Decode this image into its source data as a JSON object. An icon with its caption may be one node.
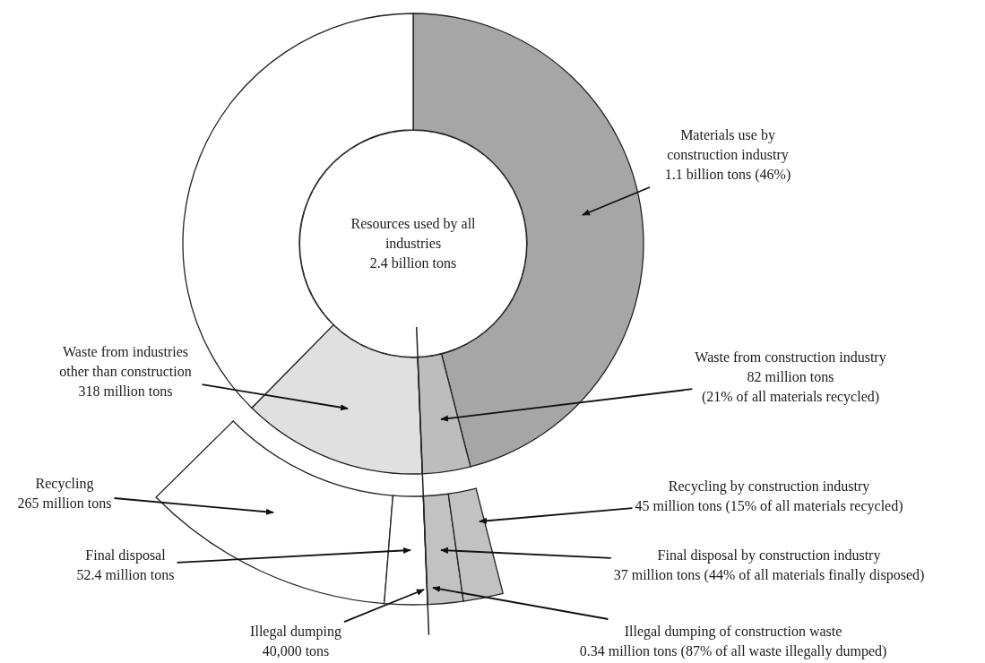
{
  "diagram": {
    "nodes": [
      {
        "text": [
          "Resources used by all industries",
          "2.4 billion tons"
        ]
      },
      {
        "text": [],
        "shape": "sector"
      },
      {
        "text": [],
        "shape": "sector"
      },
      {
        "text": [],
        "shape": "sector"
      },
      {
        "text": [],
        "shape": "sector"
      },
      {
        "text": [],
        "shape": "sector"
      },
      {
        "text": [],
        "shape": "sector"
      },
      {
        "text": [],
        "shape": "sector"
      },
      {
        "text": [],
        "shape": "sector"
      },
      {
        "text": [
          "Materials use by construction industry",
          "1.1 billion tons (46%)"
        ]
      },
      {
        "text": [
          "Waste from industries other than construction",
          "318 million tons"
        ]
      },
      {
        "text": [
          "Waste from construction industry",
          "82 million tons",
          "(21% of all materials recycled)"
        ]
      },
      {
        "text": [
          "Recycling",
          "265 million tons"
        ]
      },
      {
        "text": [
          "Recycling by construction industry",
          "45 million tons (15% of all materials recycled)"
        ]
      },
      {
        "text": [
          "Final disposal",
          "52.4 million tons"
        ]
      },
      {
        "text": [
          "Final disposal by construction industry",
          "37 million tons (44% of all materials finally disposed)"
        ]
      },
      {
        "text": [
          "Illegal dumping",
          "40,000 tons"
        ]
      },
      {
        "text": [
          "Illegal dumping of construction waste",
          "0.34 million tons (87% of all waste illegally dumped)"
        ]
      }
    ],
    "edges": [
      {
        "from": 9,
        "to": 1,
        "arrow": "to"
      },
      {
        "from": 10,
        "to": 2,
        "arrow": "to"
      },
      {
        "from": 11,
        "to": 3,
        "arrow": "to"
      },
      {
        "from": 12,
        "to": 5,
        "arrow": "to"
      },
      {
        "from": 14,
        "to": 6,
        "arrow": "to"
      },
      {
        "from": 15,
        "to": 7,
        "arrow": "to"
      },
      {
        "from": 13,
        "to": 8,
        "arrow": "to"
      },
      {
        "from": 16,
        "to": 6,
        "arrow": "to"
      },
      {
        "from": 17,
        "to": 7,
        "arrow": "to"
      }
    ]
  }
}
